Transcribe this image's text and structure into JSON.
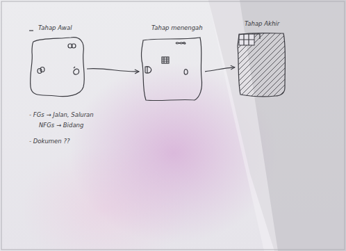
{
  "diagram": {
    "nodes": [
      {
        "text": [
          "Tahap Awal"
        ]
      },
      {
        "text": [
          "Tahap menengah"
        ]
      },
      {
        "text": [
          "Tahap Akhir"
        ]
      }
    ],
    "edges": [
      {
        "from": 0,
        "to": 1,
        "arrow": "to"
      },
      {
        "from": 1,
        "to": 2,
        "arrow": "to"
      }
    ],
    "labels": [
      "- FGs → Jalan, Saluran",
      "NFGs → Bidang",
      "- Dokumen ??"
    ]
  }
}
